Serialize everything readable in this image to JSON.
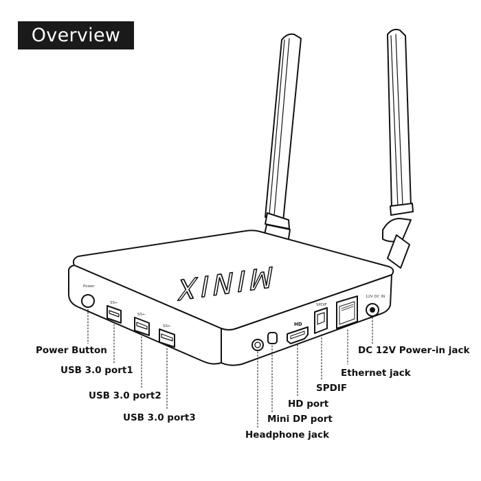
{
  "title": "Overview",
  "brand": "MINIX",
  "panel_markings": {
    "power": "Power",
    "usb": "SS←",
    "hd": "HD",
    "spdif": "SPDIF",
    "dc": "12V DC IN"
  },
  "labels": {
    "power_button": "Power Button",
    "usb1": "USB 3.0 port1",
    "usb2": "USB 3.0 port2",
    "usb3": "USB 3.0 port3",
    "hd_port": "HD port",
    "mini_dp": "Mini DP port",
    "headphone": "Headphone jack",
    "spdif": "SPDIF",
    "ethernet": "Ethernet jack",
    "dc_in": "DC 12V Power-in jack"
  },
  "colors": {
    "line": "#111111",
    "badge": "#1a1a1a",
    "background": "#ffffff"
  }
}
